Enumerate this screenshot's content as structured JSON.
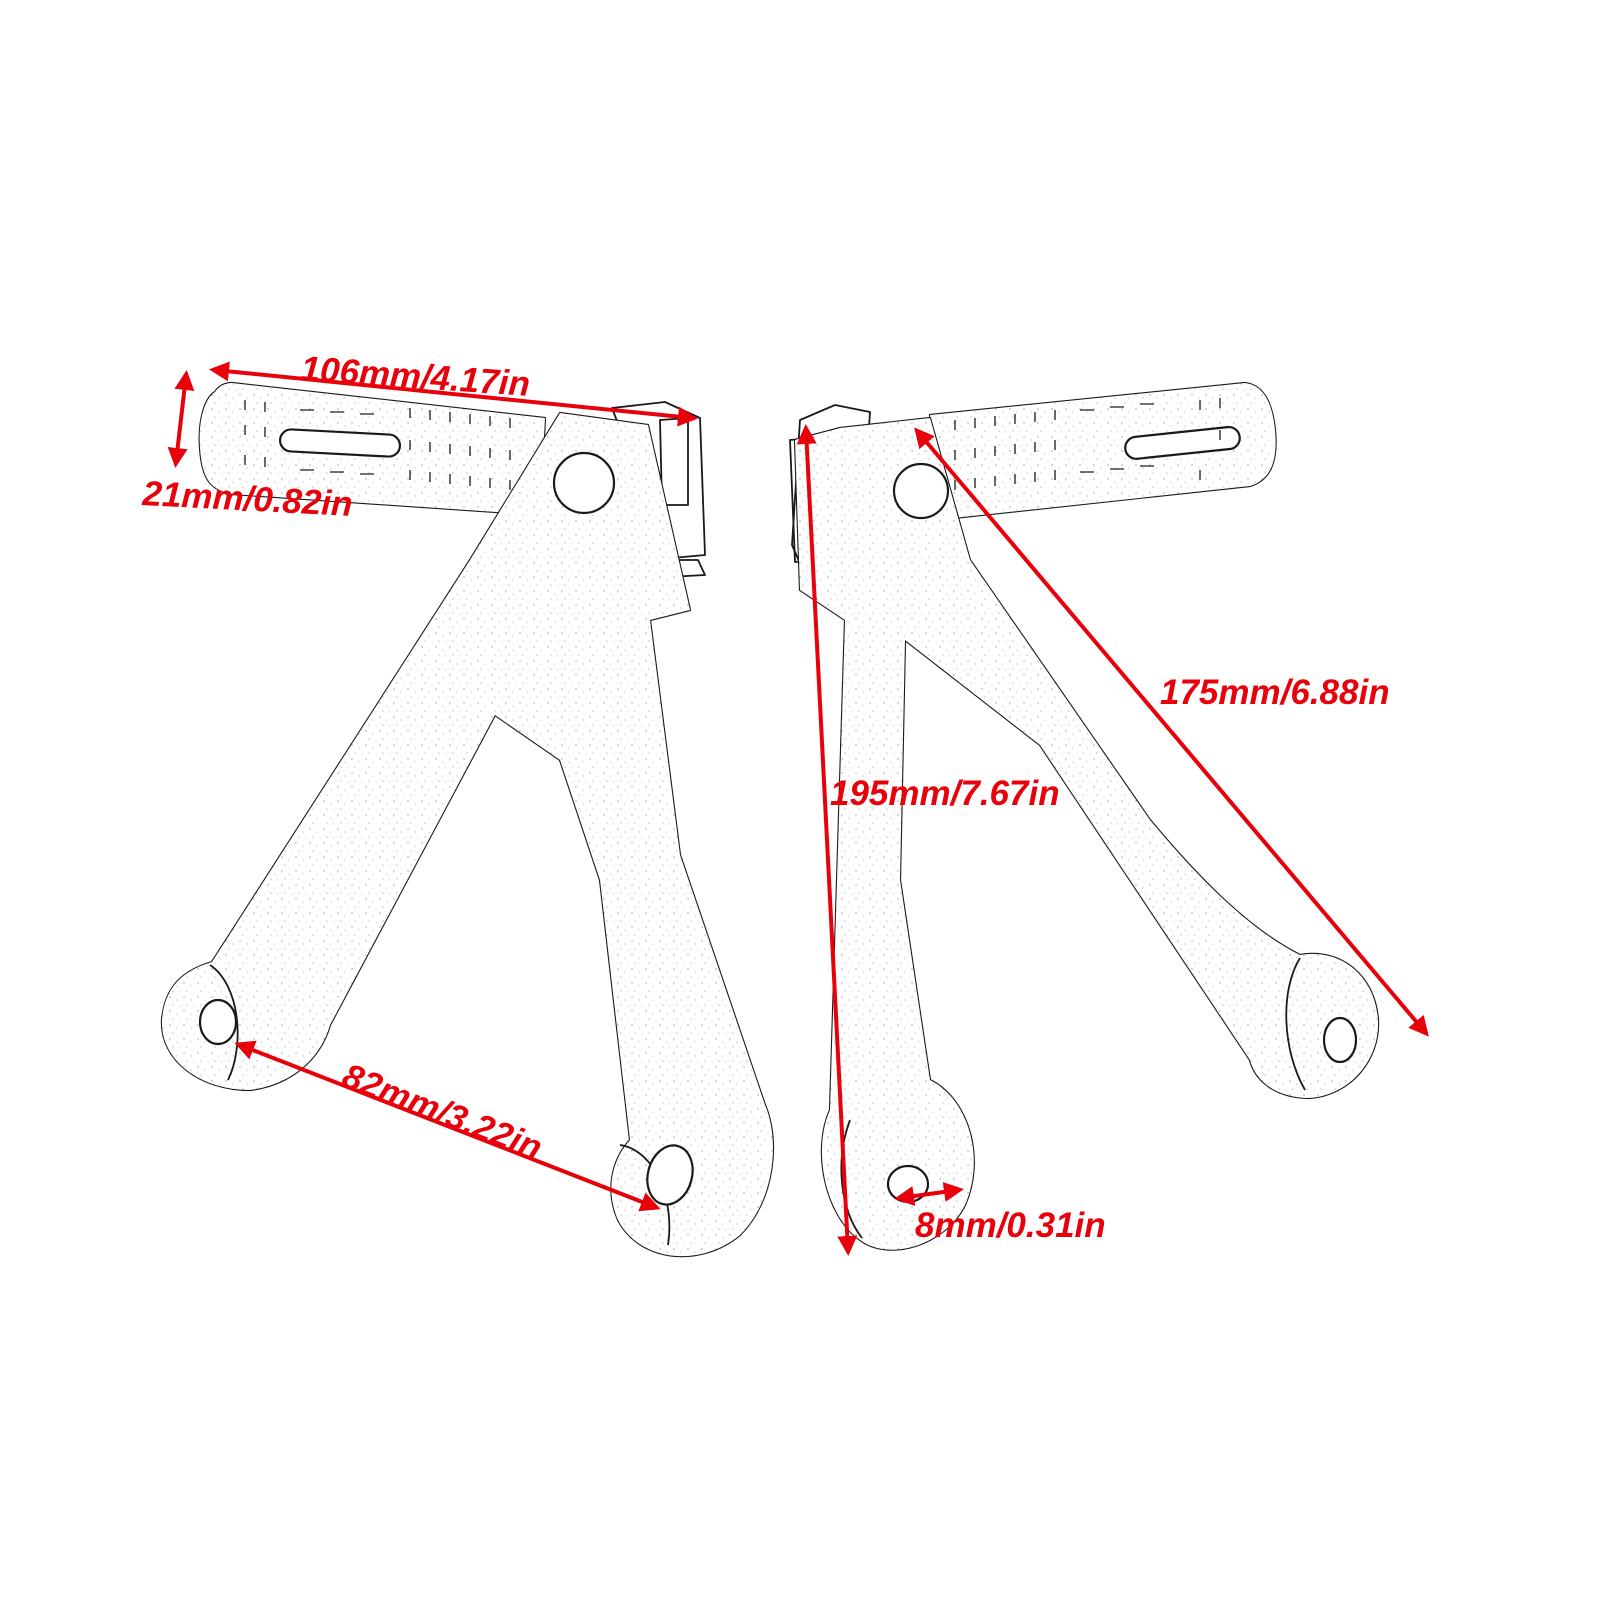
{
  "figure": {
    "subject": "motorcycle rear footpeg brackets",
    "parts": [
      "left-bracket",
      "right-bracket"
    ]
  },
  "dimensions": {
    "peg_length": "106mm/4.17in",
    "peg_diameter": "21mm/0.82in",
    "mount_spacing": "82mm/3.22in",
    "bracket_height": "195mm/7.67in",
    "peg_to_mount": "175mm/6.88in",
    "hole_diameter": "8mm/0.31in"
  },
  "colors": {
    "annotation": "#e8000b",
    "outline": "#1a1a1a",
    "background": "#ffffff"
  }
}
